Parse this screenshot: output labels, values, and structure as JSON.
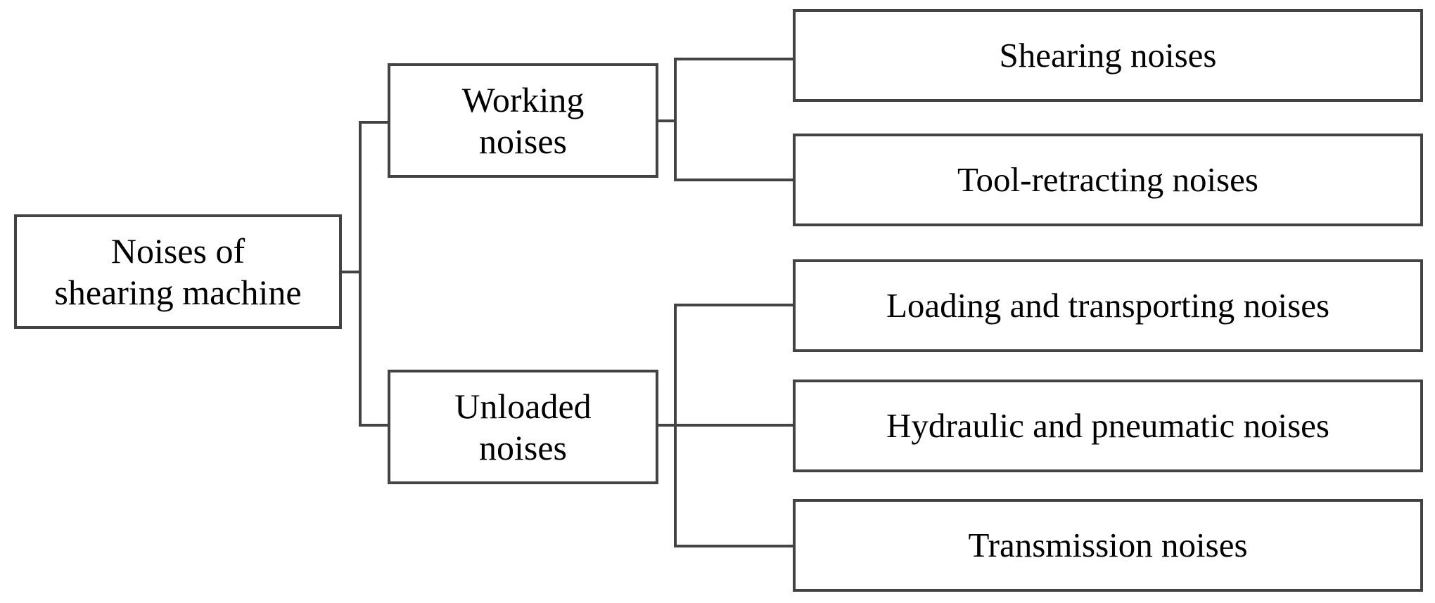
{
  "diagram": {
    "type": "hierarchy-tree",
    "orientation": "left-to-right",
    "theme": {
      "border_color": "#434343",
      "background_color": "#ffffff",
      "text_color": "#000000",
      "connector_color": "#434343"
    },
    "root": {
      "label": "Noises of\nshearing machine"
    },
    "branches": [
      {
        "label": "Working\nnoises",
        "children": [
          {
            "label": "Shearing noises"
          },
          {
            "label": "Tool-retracting noises"
          }
        ]
      },
      {
        "label": "Unloaded\nnoises",
        "children": [
          {
            "label": "Loading and transporting noises"
          },
          {
            "label": "Hydraulic and pneumatic noises"
          },
          {
            "label": "Transmission noises"
          }
        ]
      }
    ]
  }
}
